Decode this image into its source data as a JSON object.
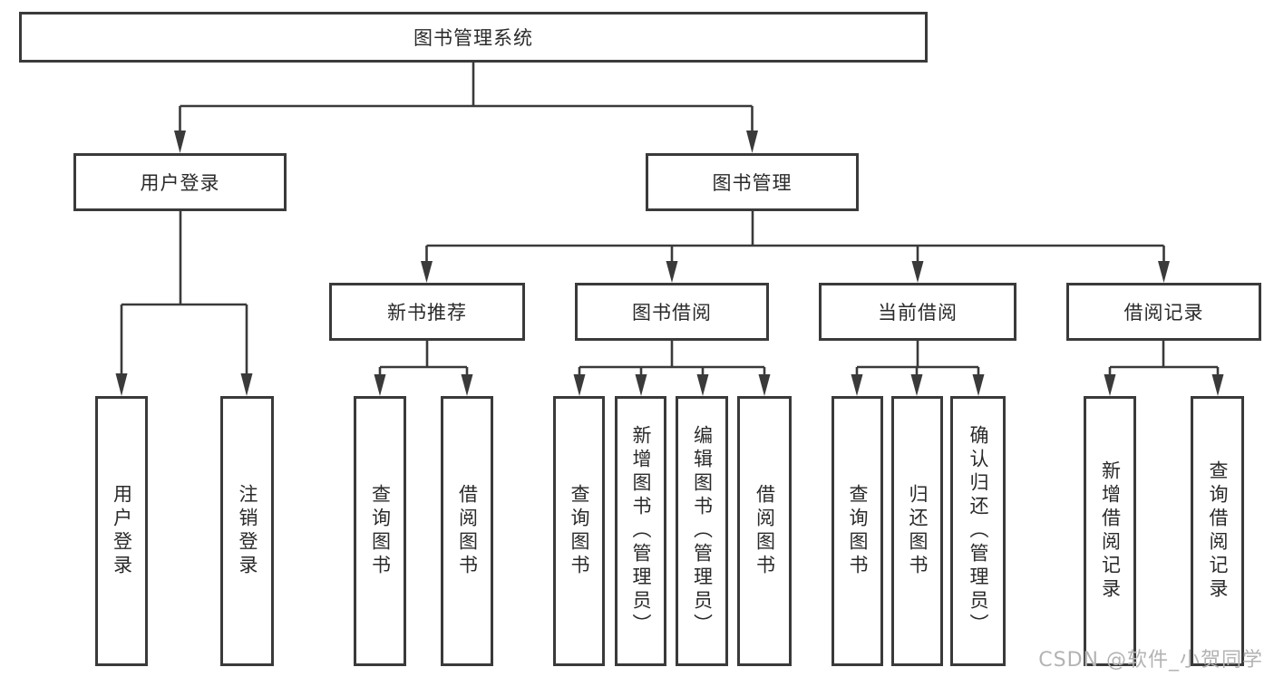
{
  "diagram": {
    "title": "图书管理系统",
    "root": {
      "label": "图书管理系统"
    },
    "level2": [
      {
        "label": "用户登录"
      },
      {
        "label": "图书管理"
      }
    ],
    "level3": [
      {
        "label": "新书推荐"
      },
      {
        "label": "图书借阅"
      },
      {
        "label": "当前借阅"
      },
      {
        "label": "借阅记录"
      }
    ],
    "leaves": {
      "user_login": [
        "用户登录",
        "注销登录"
      ],
      "new_book_recommend": [
        "查询图书",
        "借阅图书"
      ],
      "book_borrow": [
        "查询图书",
        "新增图书（管理员）",
        "编辑图书（管理员）",
        "借阅图书"
      ],
      "current_borrow": [
        "查询图书",
        "归还图书",
        "确认归还（管理员）"
      ],
      "borrow_records": [
        "新增借阅记录",
        "查询借阅记录"
      ]
    }
  },
  "watermark": "CSDN @软件_小贺同学",
  "colors": {
    "line": "#3a3a3a",
    "text": "#2a2a2a",
    "background": "#ffffff",
    "watermark": "#b3b3b3"
  }
}
